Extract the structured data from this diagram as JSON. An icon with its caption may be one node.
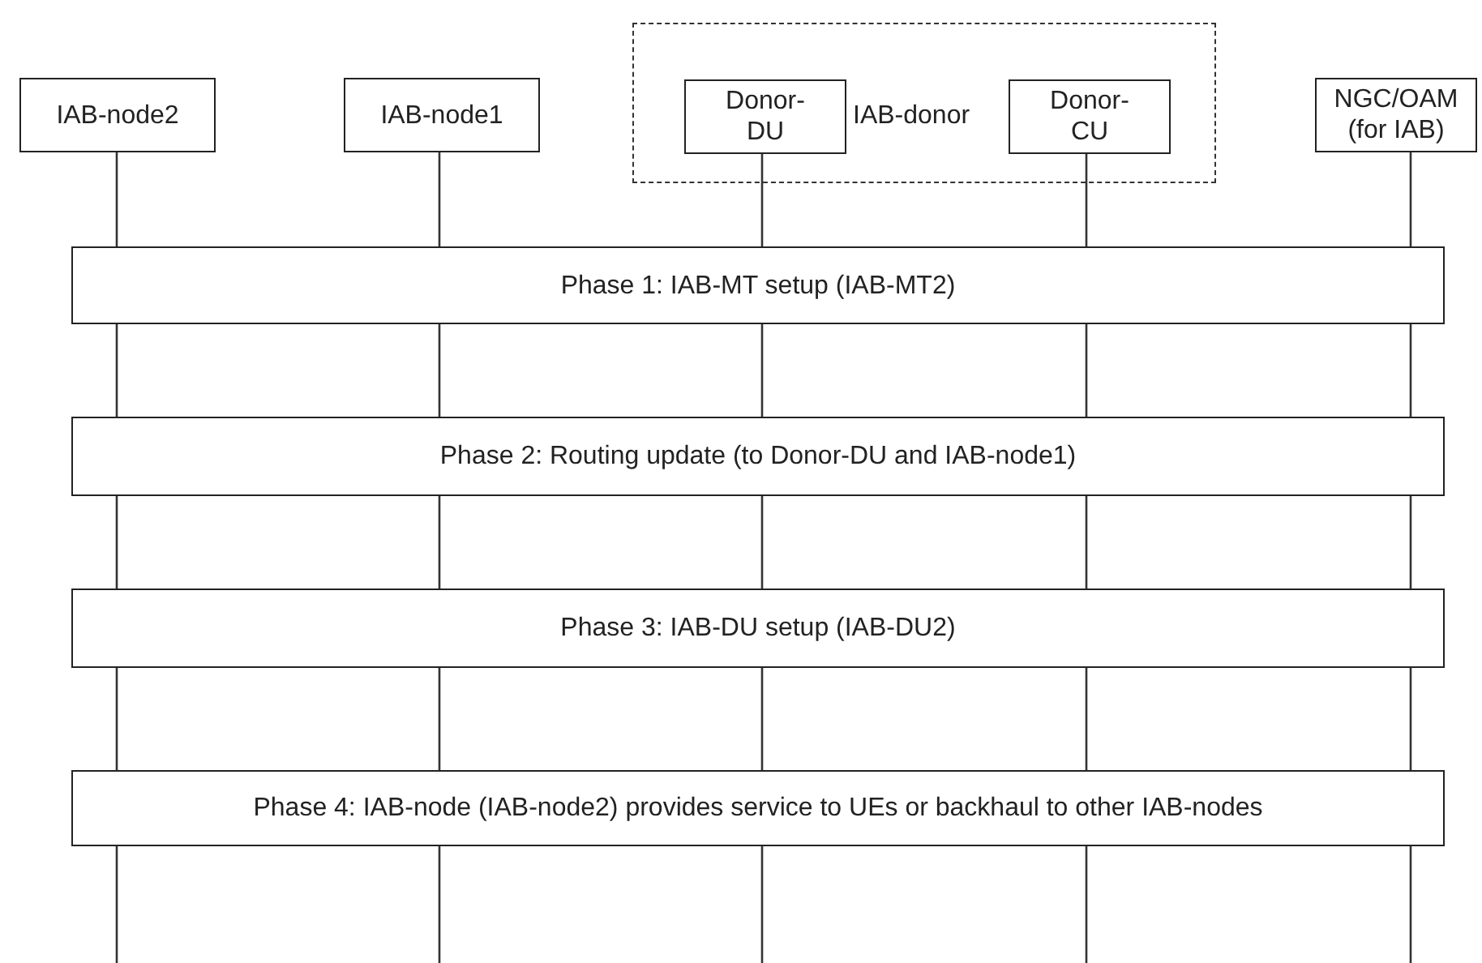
{
  "diagram": {
    "nodes": [
      {
        "text": [
          "IAB-node2"
        ]
      },
      {
        "text": [
          "IAB-node1"
        ]
      },
      {
        "text": [
          "IAB-donor"
        ]
      },
      {
        "text": [
          "Donor-DU"
        ],
        "in": 2
      },
      {
        "text": [
          "Donor-CU"
        ],
        "in": 2
      },
      {
        "text": [
          "NGC/OAM (for IAB)"
        ]
      },
      {
        "text": [
          "Phase 1: IAB-MT setup (IAB-MT2)"
        ]
      },
      {
        "text": [
          "Phase 2: Routing update (to Donor-DU and IAB-node1)"
        ]
      },
      {
        "text": [
          "Phase 3: IAB-DU setup (IAB-DU2)"
        ]
      },
      {
        "text": [
          "Phase 4: IAB-node (IAB-node2) provides service to UEs or backhaul to other IAB-nodes"
        ]
      }
    ]
  }
}
